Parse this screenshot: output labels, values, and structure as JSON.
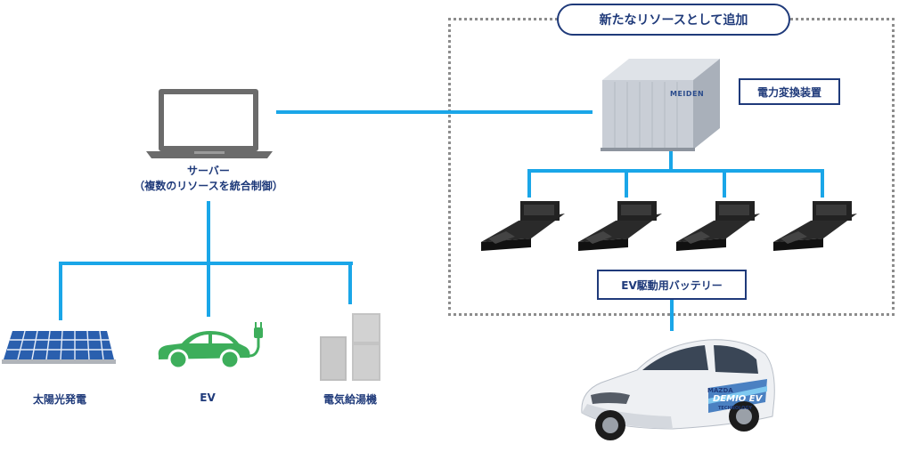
{
  "resource_group": {
    "title": "新たなリソースとして追加"
  },
  "server": {
    "label_line1": "サーバー",
    "label_line2": "（複数のリソースを統合制御）"
  },
  "power_converter": {
    "label": "電力変換装置",
    "brand": "MEIDEN"
  },
  "ev_battery": {
    "label": "EV駆動用バッテリー"
  },
  "resources": [
    {
      "label": "太陽光発電",
      "icon": "solar-panel-icon"
    },
    {
      "label": "EV",
      "icon": "ev-car-icon"
    },
    {
      "label": "電気給湯機",
      "icon": "water-heater-icon"
    }
  ],
  "car": {
    "brand": "MAZDA",
    "model": "DEMIO EV",
    "sub": "TECHNOLOGY"
  },
  "colors": {
    "line": "#1aa6e8",
    "text": "#1f3a7a",
    "ev_green": "#3dae5b",
    "dotted": "#8c8c8c"
  }
}
